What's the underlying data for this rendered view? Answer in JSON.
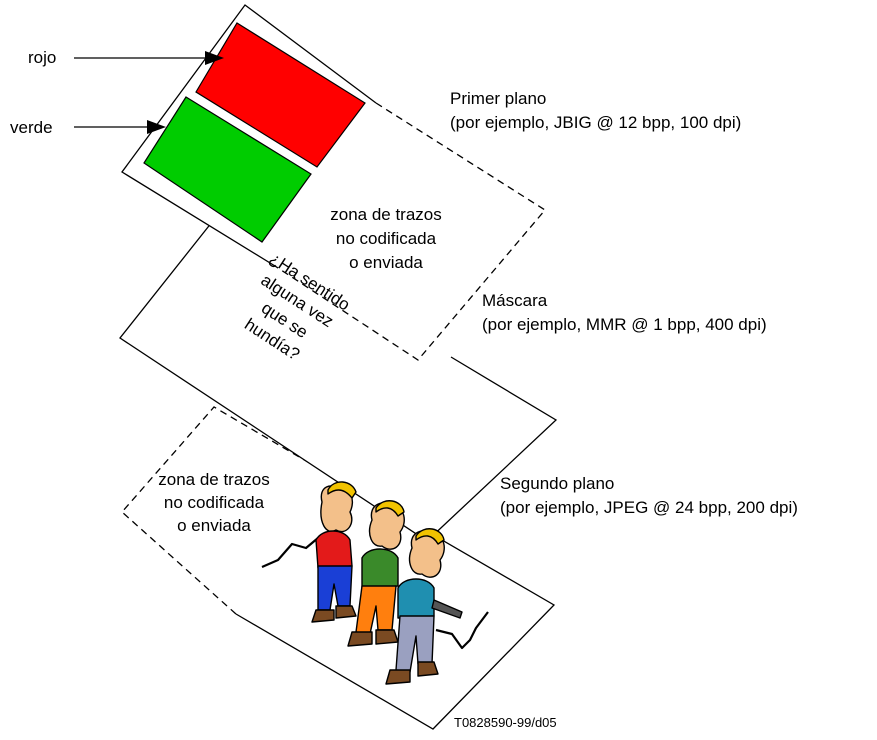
{
  "labels": {
    "rojo": "rojo",
    "verde": "verde"
  },
  "layers": [
    {
      "name": "Primer plano",
      "detail": "(por ejemplo, JBIG @ 12 bpp, 100 dpi)"
    },
    {
      "name": "Máscara",
      "detail": "(por ejemplo, MMR @ 1 bpp, 400 dpi)"
    },
    {
      "name": "Segundo plano",
      "detail": "(por ejemplo, JPEG @ 24 bpp, 200 dpi)"
    }
  ],
  "uncoded_zone_top": [
    "zona de trazos",
    "no codificada",
    "o enviada"
  ],
  "uncoded_zone_bottom": [
    "zona de trazos",
    "no codificada",
    "o enviada"
  ],
  "mask_text": [
    "¿Ha sentido",
    "alguna vez",
    "que se",
    "hundía?"
  ],
  "colors": {
    "red": "#ff0000",
    "green": "#00cc00",
    "line": "#000000"
  },
  "figure_id": "T0828590-99/d05"
}
